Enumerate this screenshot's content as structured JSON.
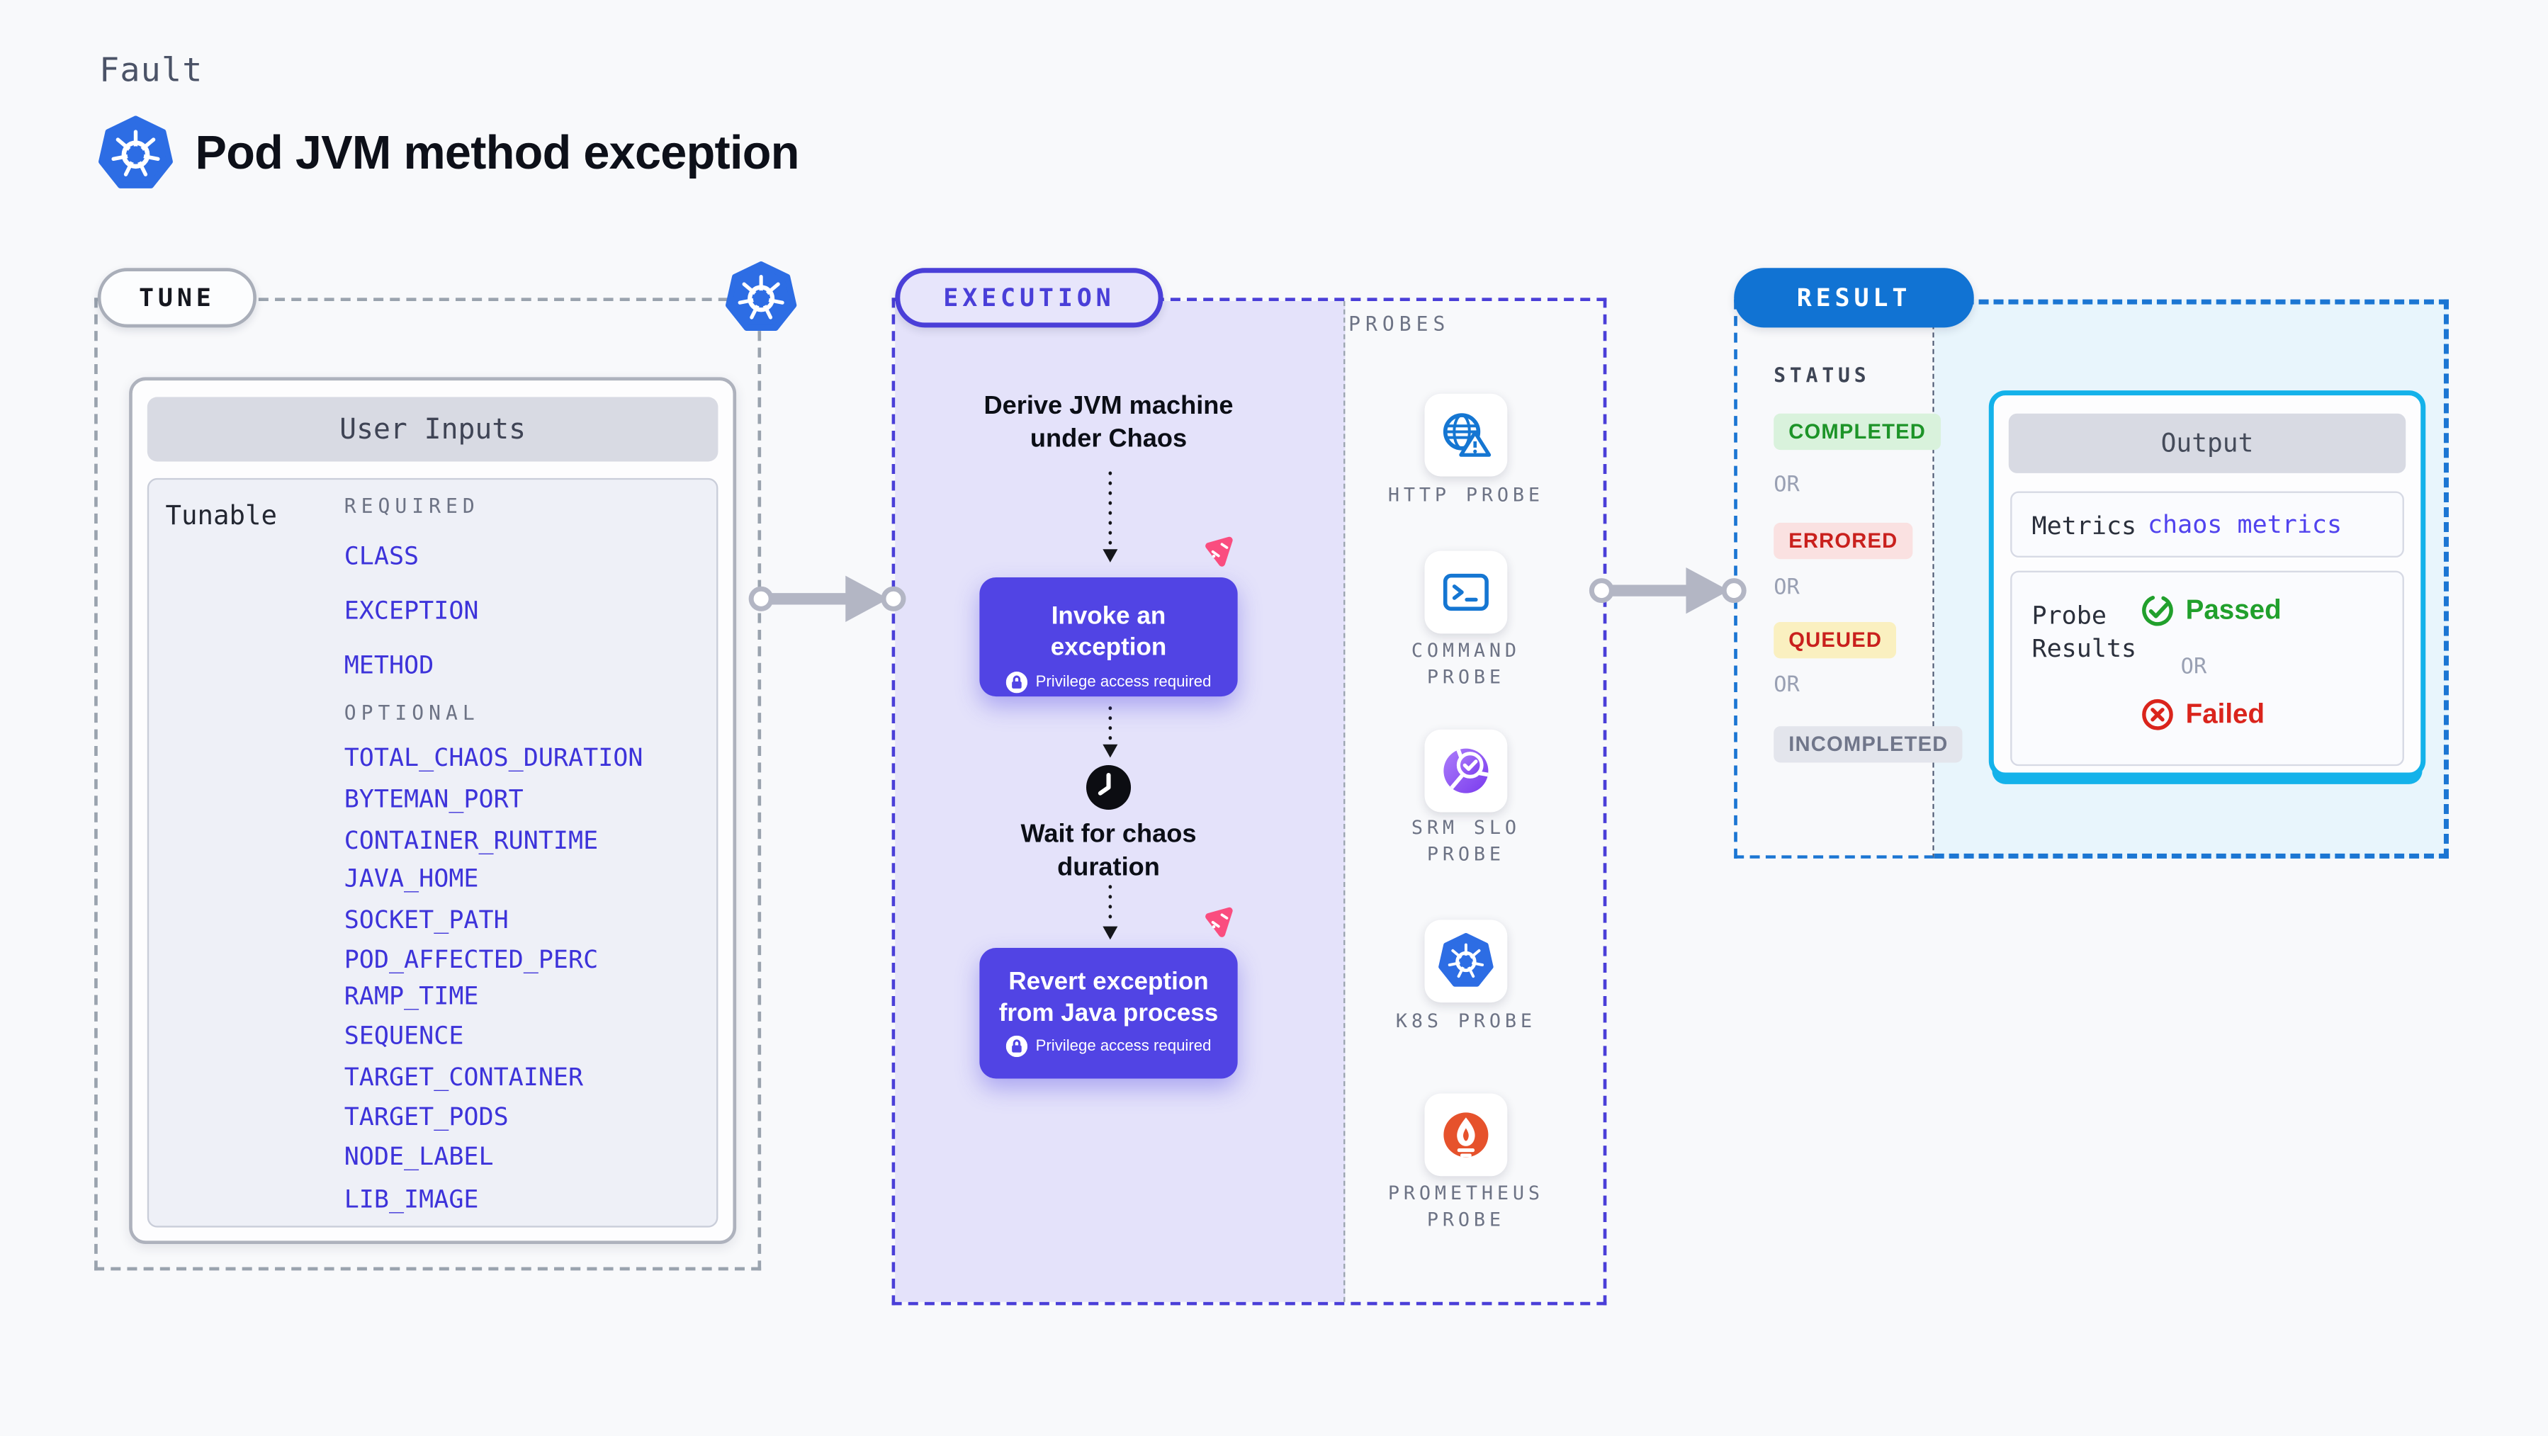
{
  "header": {
    "kicker": "Fault",
    "title": "Pod JVM method exception"
  },
  "tune": {
    "badge": "TUNE",
    "card_title": "User Inputs",
    "row_label": "Tunable",
    "required_label": "REQUIRED",
    "required_items": [
      "CLASS",
      "EXCEPTION",
      "METHOD"
    ],
    "optional_label": "OPTIONAL",
    "optional_items": [
      "TOTAL_CHAOS_DURATION",
      "BYTEMAN_PORT",
      "CONTAINER_RUNTIME",
      "JAVA_HOME",
      "SOCKET_PATH",
      "POD_AFFECTED_PERC",
      "RAMP_TIME",
      "SEQUENCE",
      "TARGET_CONTAINER",
      "TARGET_PODS",
      "NODE_LABEL",
      "LIB_IMAGE"
    ]
  },
  "execution": {
    "badge": "EXECUTION",
    "derive_step": "Derive JVM machine under Chaos",
    "invoke_step": "Invoke an exception",
    "wait_step": "Wait for chaos duration",
    "revert_step": "Revert exception from Java process",
    "privilege_note": "Privilege access required"
  },
  "probes": {
    "label": "PROBES",
    "items": [
      {
        "label": "HTTP PROBE",
        "icon": "http-probe-icon"
      },
      {
        "label": "COMMAND PROBE",
        "icon": "command-probe-icon"
      },
      {
        "label": "SRM SLO PROBE",
        "icon": "srm-slo-probe-icon"
      },
      {
        "label": "K8S PROBE",
        "icon": "k8s-probe-icon"
      },
      {
        "label": "PROMETHEUS PROBE",
        "icon": "prometheus-probe-icon"
      }
    ]
  },
  "result": {
    "badge": "RESULT",
    "status_label": "STATUS",
    "or_label": "OR",
    "statuses": [
      {
        "label": "COMPLETED"
      },
      {
        "label": "ERRORED"
      },
      {
        "label": "QUEUED"
      },
      {
        "label": "INCOMPLETED"
      }
    ],
    "output": {
      "title": "Output",
      "metrics_label": "Metrics",
      "metrics_value": "chaos metrics",
      "probe_results_label": "Probe Results",
      "passed_label": "Passed",
      "failed_label": "Failed"
    }
  },
  "colors": {
    "accent_indigo": "#4a3fd8",
    "accent_blue": "#1173d3",
    "accent_cyan": "#14b2ea",
    "k8s_blue": "#2d6de4",
    "litmus_pink": "#fa4d7f",
    "passed_green": "#21a02c",
    "failed_red": "#da241c",
    "prometheus_orange": "#e6522c",
    "chaos_box_purple": "#5144e4"
  }
}
